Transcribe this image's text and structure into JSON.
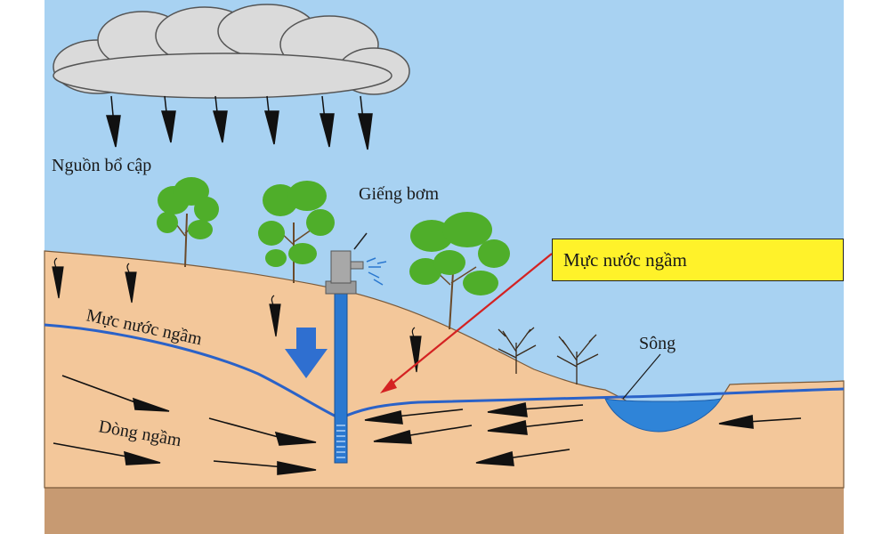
{
  "labels": {
    "recharge_source": "Nguồn bổ cập",
    "pump_well": "Giếng bơm",
    "water_table_callout": "Mực nước ngầm",
    "water_table_left": "Mực nước ngầm",
    "river": "Sông",
    "underground_flow": "Dòng ngầm"
  },
  "colors": {
    "sky": "#a8d2f2",
    "soil": "#f3c79a",
    "bedrock": "#c79a72",
    "water_line": "#2a62c8",
    "river_water": "#2f84d8",
    "callout_fill": "#fff22a",
    "pointer": "#d42222",
    "cloud": "#d9d9d9",
    "tree": "#4fae2a",
    "arrow_blue": "#2f6fd0"
  },
  "icons": [
    "cloud-icon",
    "rain-arrow-icon",
    "tree-icon",
    "bare-tree-icon",
    "pump-well-icon",
    "water-spray-icon",
    "flow-arrow-icon",
    "down-arrow-icon"
  ]
}
